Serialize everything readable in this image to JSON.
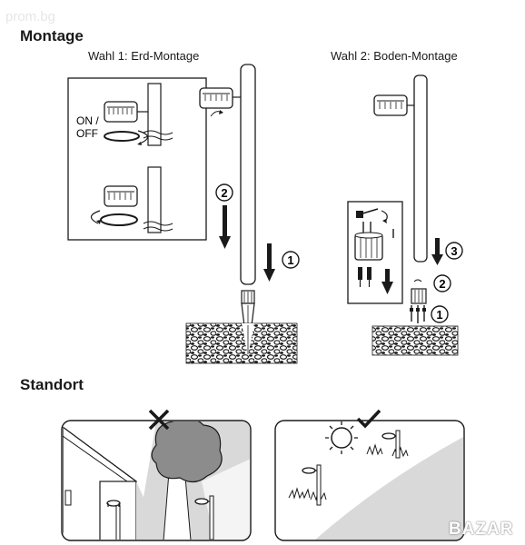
{
  "watermark": "prom.bg",
  "montage": {
    "title": "Montage",
    "option1": "Wahl 1: Erd-Montage",
    "option2": "Wahl 2: Boden-Montage",
    "switch_label": "ON /\nOFF",
    "step_labels": [
      "1",
      "2",
      "3"
    ]
  },
  "standort": {
    "title": "Standort"
  },
  "brand": "BAZAR",
  "colors": {
    "line": "#1a1a1a",
    "shade": "#d9d9d9",
    "dark_shade": "#8c8c8c"
  }
}
